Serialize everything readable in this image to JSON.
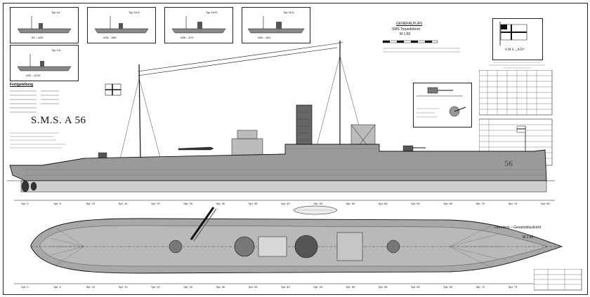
{
  "title": "S.M.S. A 56",
  "legend_title": "Fertigstellung",
  "plate_heading": "GENERALPLAN",
  "plate_sub": "SMS Torpedoboot",
  "plate_scale": "M 1:50",
  "flag_caption": "S.M.S. „A56“",
  "deck_caption": "Oberdeck – Gesamtdraufsicht",
  "deck_scale": "M 1:50",
  "hull_number": "56",
  "variants": [
    {
      "label": "Typ 1a"
    },
    {
      "label": "Typ 1b A"
    },
    {
      "label": "Typ 1b B"
    },
    {
      "label": "Typ 2b A"
    },
    {
      "label": "Typ 3 A"
    }
  ],
  "variant_captions": [
    "A1 – A25",
    "A26 – A55",
    "A56 – A79",
    "A80 – A91",
    "A92 – A113"
  ],
  "frame_labels": [
    "Spt. 0",
    "Spt. 5",
    "Spt. 10",
    "Spt. 15",
    "Spt. 20",
    "Spt. 25",
    "Spt. 30",
    "Spt. 35",
    "Spt. 40",
    "Spt. 45",
    "Spt. 50",
    "Spt. 55",
    "Spt. 60",
    "Spt. 65",
    "Spt. 70",
    "Spt. 75",
    "Spt. 80"
  ],
  "colors": {
    "hull": "#9a9a9a",
    "ink": "#151515",
    "waterline": "#cfcfcf"
  }
}
